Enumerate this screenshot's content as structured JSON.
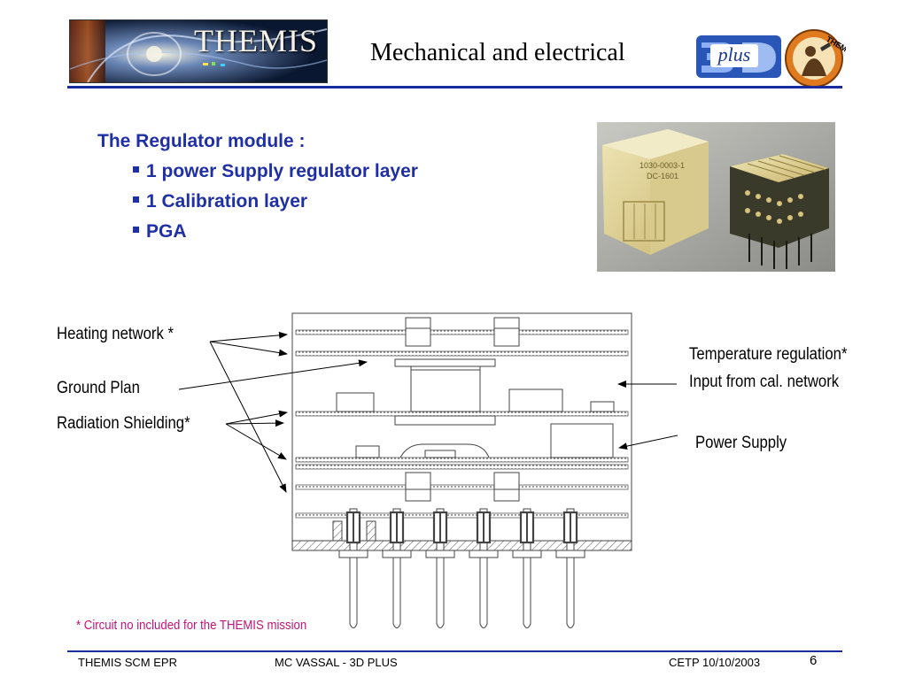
{
  "header": {
    "logo_text": "THEMIS",
    "title": "Mechanical and electrical",
    "partner_logo_text": "plus",
    "badge_text": "THEMIS"
  },
  "content": {
    "heading": "The Regulator module :",
    "bullets": [
      "1 power Supply regulator layer",
      "1 Calibration layer",
      "PGA"
    ]
  },
  "photo": {
    "left_cube_marking_1": "1030-0003-1",
    "left_cube_marking_2": "DC-1601"
  },
  "diagram": {
    "labels_left": [
      "Heating network *",
      "Ground Plan",
      "Radiation Shielding*"
    ],
    "labels_right": [
      "Temperature regulation*",
      "Input from cal. network",
      "Power Supply"
    ]
  },
  "footnote": "* Circuit no included for the THEMIS mission",
  "footer": {
    "left": "THEMIS SCM EPR",
    "center": "MC VASSAL  - 3D PLUS",
    "right": "CETP 10/10/2003",
    "page": "6"
  },
  "colors": {
    "rule": "#1a2aa0",
    "heading": "#1f2fa6",
    "footnote": "#c0147a"
  }
}
